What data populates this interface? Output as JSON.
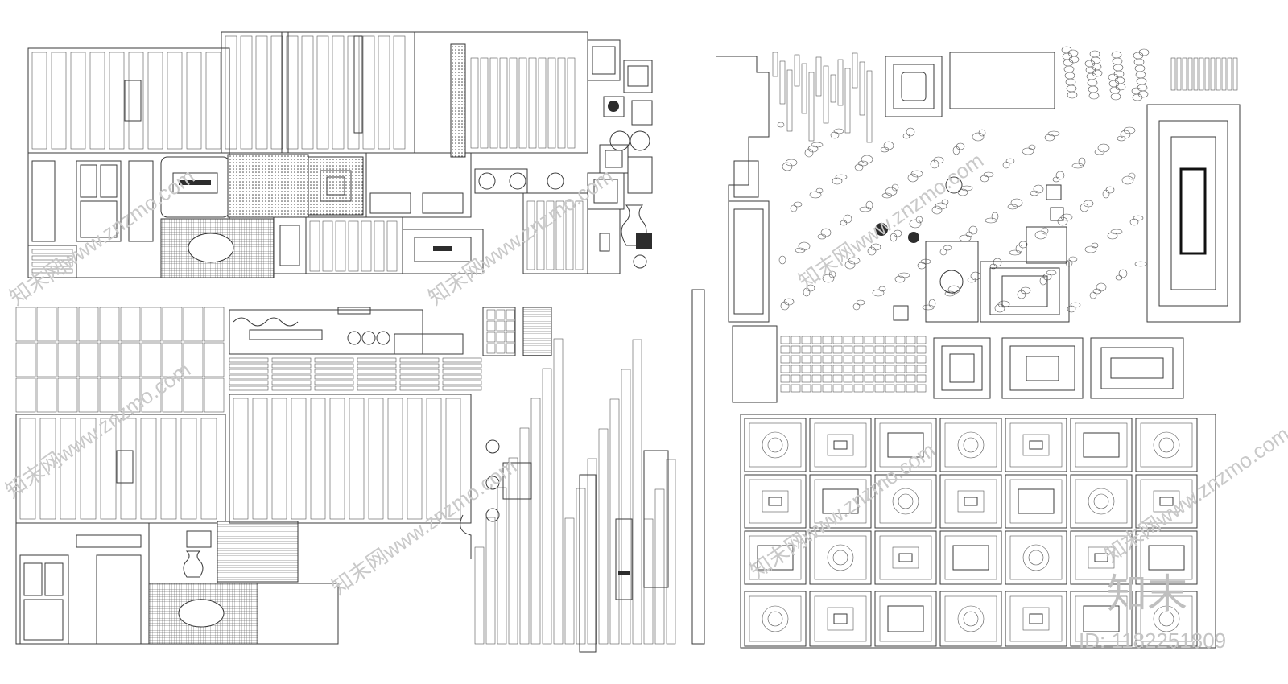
{
  "watermark": {
    "text": "知末网www.znzmo.com",
    "logo": "知末",
    "id_label": "ID: 1182251809"
  },
  "sheets": {
    "top_left": "cad-paving-elevations-sheet",
    "bottom_left": "cad-paving-elevations-sheet-2",
    "top_right": "cad-stone-paving-sheet",
    "bottom_right": "cad-paving-pattern-tiles-sheet"
  },
  "colors": {
    "line": "#3a3a3a",
    "background": "#ffffff",
    "watermark": "#c9c9c9"
  }
}
